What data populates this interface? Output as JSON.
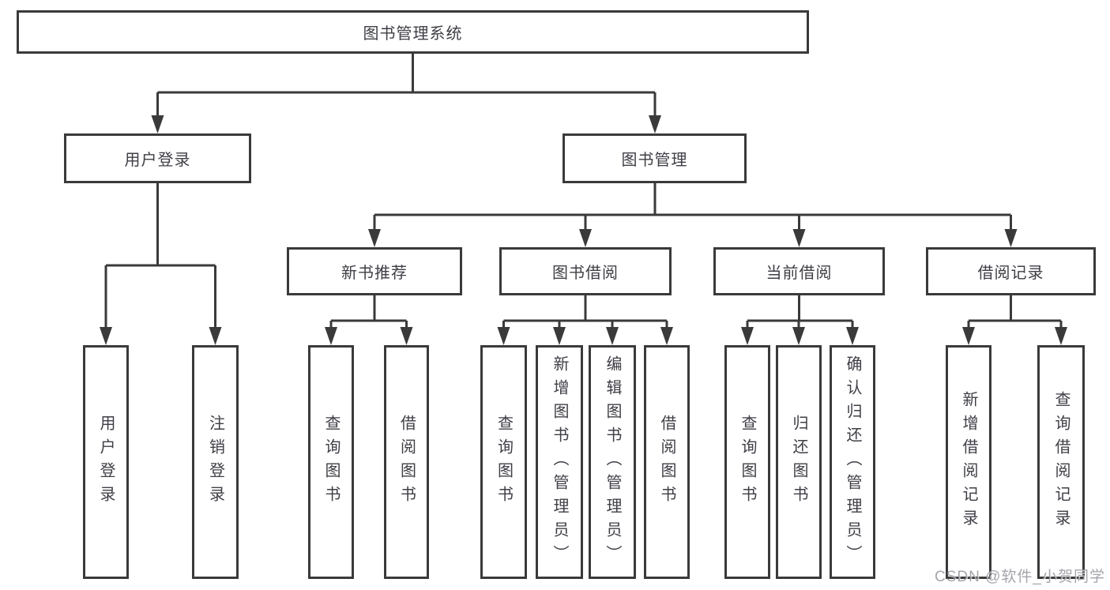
{
  "diagram": {
    "root": {
      "label": "图书管理系统"
    },
    "level2": [
      {
        "label": "用户登录",
        "children": [
          {
            "label": "用户登录"
          },
          {
            "label": "注销登录"
          }
        ]
      },
      {
        "label": "图书管理",
        "children": [
          {
            "label": "新书推荐",
            "children": [
              {
                "label": "查询图书"
              },
              {
                "label": "借阅图书"
              }
            ]
          },
          {
            "label": "图书借阅",
            "children": [
              {
                "label": "查询图书"
              },
              {
                "label": "新增图书（管理员）"
              },
              {
                "label": "编辑图书（管理员）"
              },
              {
                "label": "借阅图书"
              }
            ]
          },
          {
            "label": "当前借阅",
            "children": [
              {
                "label": "查询图书"
              },
              {
                "label": "归还图书"
              },
              {
                "label": "确认归还（管理员）"
              }
            ]
          },
          {
            "label": "借阅记录",
            "children": [
              {
                "label": "新增借阅记录"
              },
              {
                "label": "查询借阅记录"
              }
            ]
          }
        ]
      }
    ]
  },
  "watermark": {
    "text": "CSDN @软件_小贺同学"
  },
  "colors": {
    "line": "#3a3a3a",
    "box_border": "#3a3a3a",
    "box_background": "#ffffff",
    "text": "#3e3e46",
    "watermark": "#94949e",
    "background": "#ffffff"
  }
}
